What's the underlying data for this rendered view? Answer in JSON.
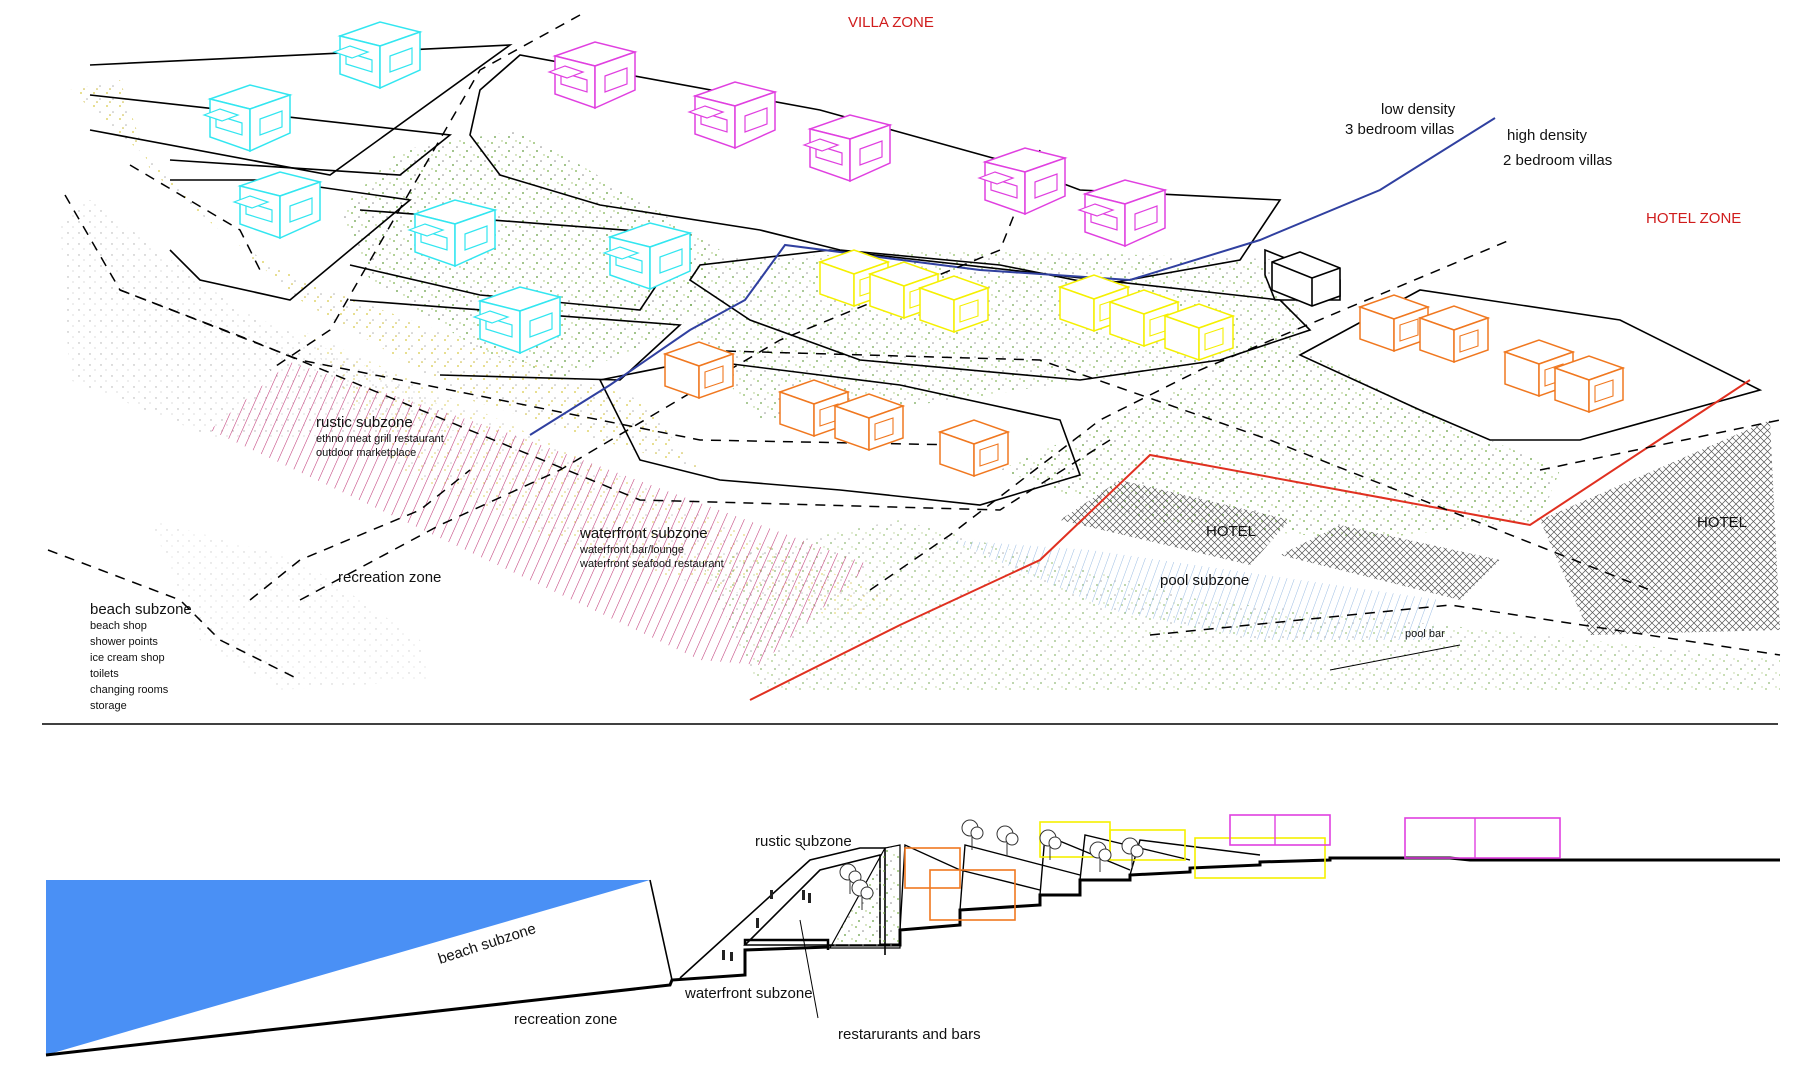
{
  "colors": {
    "villa_low_density": "#32e6f0",
    "villa_high_density": "#e040e0",
    "hotel_yellow": "#f5f000",
    "hotel_orange": "#f07820",
    "zone_label": "#d01c1c",
    "water": "#4a90f5",
    "rustic_hatch": "#c03a78",
    "pool_hatch": "#8fb4e0",
    "vegetation_green": "#7bb04a",
    "vegetation_yellow": "#d8c840",
    "road_blue": "#3040a0",
    "boundary_red": "#e03020"
  },
  "plan": {
    "villa_zone": "VILLA ZONE",
    "hotel_zone": "HOTEL ZONE",
    "low_density_line1": "low density",
    "low_density_line2": "3 bedroom villas",
    "high_density_line1": "high density",
    "high_density_line2": "2 bedroom villas",
    "hotel_left": "HOTEL",
    "hotel_right": "HOTEL",
    "pool_subzone": "pool subzone",
    "pool_bar": "pool bar",
    "rustic_title": "rustic subzone",
    "rustic_items": [
      "ethno meat grill restaurant",
      "outdoor marketplace"
    ],
    "waterfront_title": "waterfront subzone",
    "waterfront_items": [
      "waterfront bar/lounge",
      "waterfront seafood restaurant"
    ],
    "recreation_zone": "recreation zone",
    "beach_title": "beach subzone",
    "beach_items": [
      "beach shop",
      "shower points",
      "ice cream shop",
      "toilets",
      "changing rooms",
      "storage"
    ]
  },
  "section": {
    "rustic_subzone": "rustic subzone",
    "beach_subzone": "beach subzone",
    "waterfront_subzone": "waterfront subzone",
    "recreation_zone": "recreation zone",
    "restaurants_and_bars": "restarurants and bars"
  }
}
